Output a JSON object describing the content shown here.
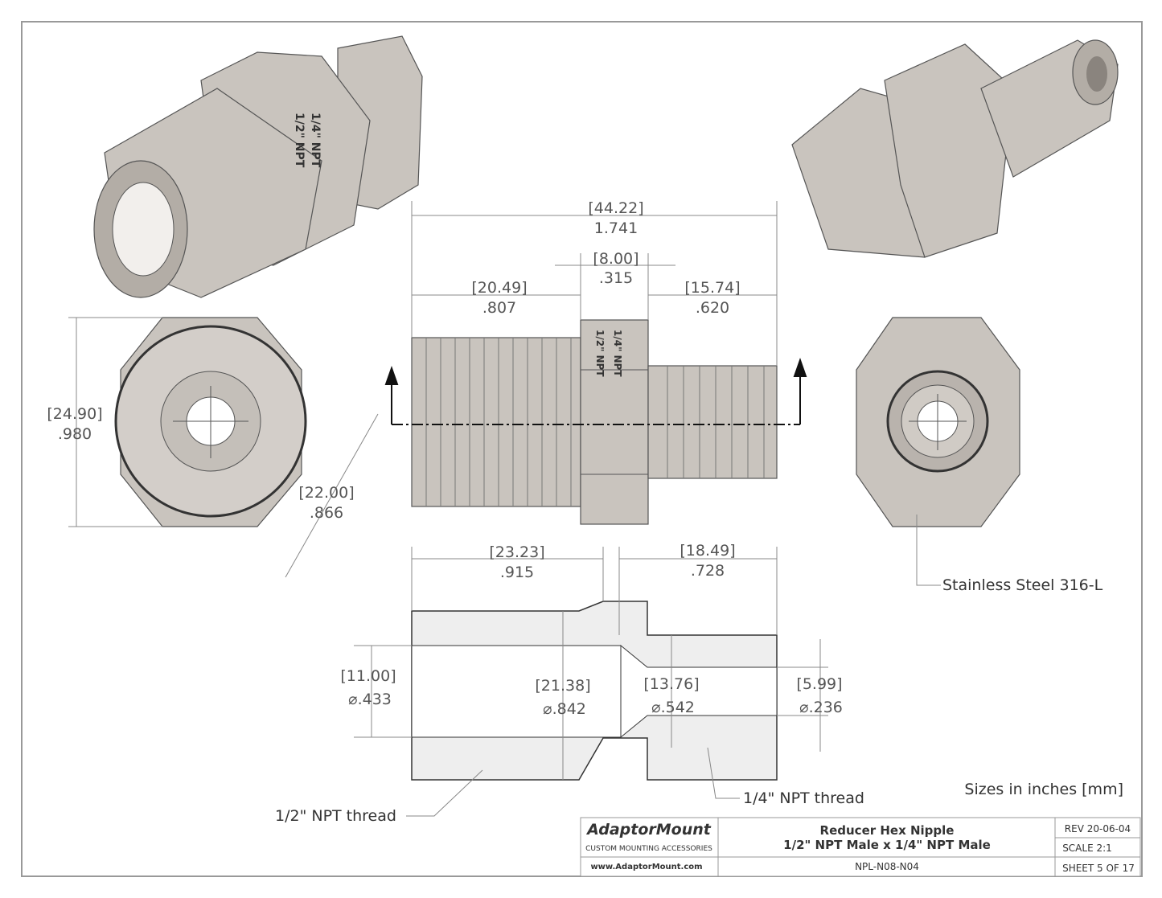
{
  "dimensions": {
    "overall_mm": "[44.22]",
    "overall_in": "1.741",
    "hex_width_mm": "[8.00]",
    "hex_width_in": ".315",
    "left_thread_mm": "[20.49]",
    "left_thread_in": ".807",
    "right_thread_mm": "[15.74]",
    "right_thread_in": ".620",
    "hex_corners_mm": "[24.90]",
    "hex_corners_in": ".980",
    "hex_flats_mm": "[22.00]",
    "hex_flats_in": ".866",
    "section_left_mm": "[23.23]",
    "section_left_in": ".915",
    "section_right_mm": "[18.49]",
    "section_right_in": ".728",
    "bore_large_mm": "[11.00]",
    "bore_large_in": "⌀.433",
    "od_large_mm": "[21.38]",
    "od_large_in": "⌀.842",
    "od_small_mm": "[13.76]",
    "od_small_in": "⌀.542",
    "bore_small_mm": "[5.99]",
    "bore_small_in": "⌀.236"
  },
  "labels": {
    "material": "Stainless Steel 316-L",
    "half_thread": "1/2\" NPT thread",
    "quarter_thread": "1/4\" NPT thread",
    "units_note": "Sizes in inches [mm]",
    "hex_mark_1": "1/2\" NPT",
    "hex_mark_2": "1/4\" NPT"
  },
  "title_block": {
    "company": "AdaptorMount",
    "tagline": "CUSTOM MOUNTING ACCESSORIES",
    "website": "www.AdaptorMount.com",
    "title": "Reducer Hex Nipple",
    "subtitle": "1/2\" NPT Male x 1/4\" NPT Male",
    "part_number": "NPL-N08-N04",
    "revision": "REV 20-06-04",
    "scale": "SCALE 2:1",
    "sheet": "SHEET 5 OF 17"
  }
}
